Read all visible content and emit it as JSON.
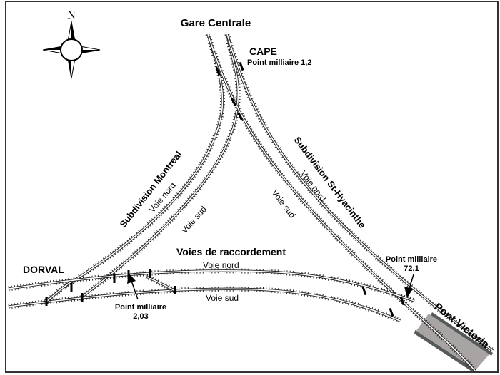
{
  "compass": {
    "north_label": "N",
    "icon": "compass-rose-icon"
  },
  "stations": {
    "gare_centrale": "Gare Centrale",
    "cape": "CAPE",
    "cape_milepost": "Point milliaire 1,2",
    "dorval": "DORVAL",
    "pont_victoria": "Pont Victoria"
  },
  "subdivisions": {
    "montreal": "Subdivision Montréal",
    "st_hyacinthe": "Subdivision St-Hyacinthe",
    "raccordement": "Voies de raccordement"
  },
  "tracks": {
    "montreal_nord": "Voie nord",
    "montreal_sud": "Voie sud",
    "sth_nord": "Voie nord",
    "sth_sud": "Voie sud",
    "racc_nord": "Voie nord",
    "racc_sud": "Voie sud"
  },
  "mileposts": {
    "mp_203_line1": "Point milliaire",
    "mp_203_line2": "2,03",
    "mp_721_line1": "Point milliaire",
    "mp_721_line2": "72,1"
  },
  "colors": {
    "rail": "#222222",
    "bridge_deck": "#a8a4a4",
    "bridge_side": "#555a58",
    "frame": "#333333"
  }
}
